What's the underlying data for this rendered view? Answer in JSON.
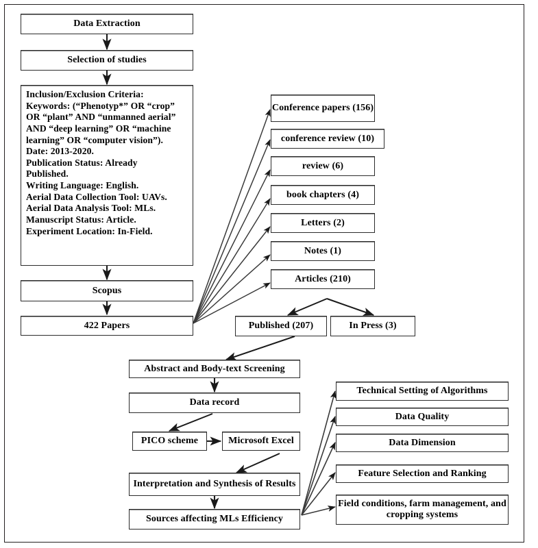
{
  "diagram": {
    "title": "Systematic review PRISMA-style flow diagram",
    "background": "#ffffff",
    "border_color": "#231f20",
    "box_border_color": "#2b2b2b",
    "arrow_color": "#1a1a1a"
  },
  "nodes": {
    "data_extraction": "Data Extraction",
    "selection_of_studies": "Selection of studies",
    "criteria": "Inclusion/Exclusion Criteria:\nKeywords: (“Phenotyp*” OR “crop”\nOR “plant” AND “unmanned aerial”\nAND “deep learning” OR “machine\nlearning” OR “computer vision”).\nDate: 2013-2020.\nPublication Status: Already\nPublished.\nWriting Language: English.\nAerial Data Collection Tool: UAVs.\nAerial Data Analysis Tool: MLs.\nManuscript Status: Article.\nExperiment Location: In-Field.",
    "scopus": "Scopus",
    "papers_422": "422 Papers",
    "conference_papers": "Conference papers (156)",
    "conference_review": "conference review  (10)",
    "review": "review (6)",
    "book_chapters": "book chapters (4)",
    "letters": "Letters (2)",
    "notes": "Notes (1)",
    "articles": "Articles (210)",
    "published": "Published (207)",
    "in_press": "In Press (3)",
    "screening": "Abstract and Body-text Screening",
    "data_record": "Data record",
    "pico_scheme": "PICO scheme",
    "microsoft_excel": "Microsoft Excel",
    "interpretation": "Interpretation and Synthesis of Results",
    "sources_affecting": "Sources affecting  MLs Efficiency",
    "technical_setting": "Technical Setting of Algorithms",
    "data_quality": "Data Quality",
    "data_dimension": "Data Dimension",
    "feature_selection": "Feature Selection and Ranking",
    "field_conditions": "Field conditions, farm management, and cropping systems"
  },
  "chart_data": {
    "type": "diagram",
    "title": "Systematic literature review selection flow",
    "document_type_counts": [
      {
        "label": "Conference papers",
        "value": 156
      },
      {
        "label": "conference review",
        "value": 10
      },
      {
        "label": "review",
        "value": 6
      },
      {
        "label": "book chapters",
        "value": 4
      },
      {
        "label": "Letters",
        "value": 2
      },
      {
        "label": "Notes",
        "value": 1
      },
      {
        "label": "Articles",
        "value": 210
      }
    ],
    "total_papers": 422,
    "article_status": [
      {
        "label": "Published",
        "value": 207
      },
      {
        "label": "In Press",
        "value": 3
      }
    ],
    "efficiency_sources": [
      "Technical Setting of Algorithms",
      "Data Quality",
      "Data Dimension",
      "Feature Selection and Ranking",
      "Field conditions, farm management, and cropping systems"
    ]
  }
}
